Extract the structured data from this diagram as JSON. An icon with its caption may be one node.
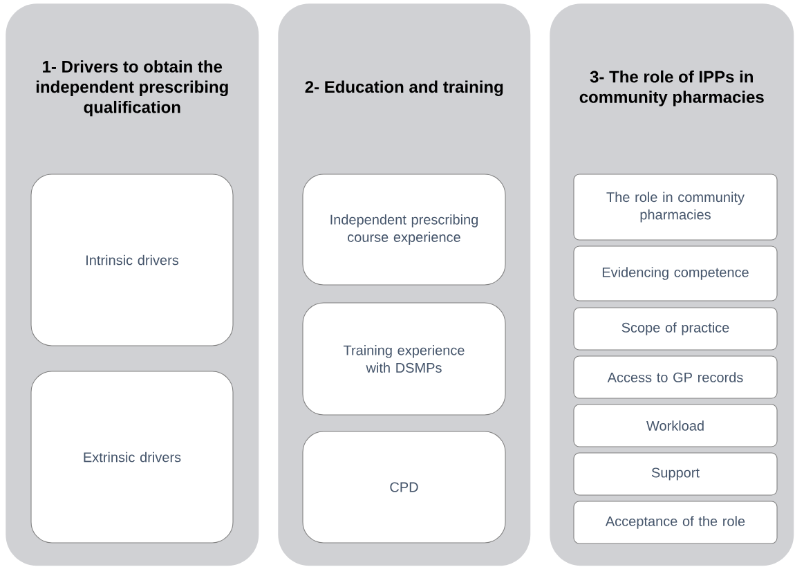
{
  "diagram": {
    "nodes": [
      {
        "text": [
          "1- Drivers to obtain the independent prescribing qualification"
        ]
      },
      {
        "text": [
          "Intrinsic drivers"
        ],
        "in": 0
      },
      {
        "text": [
          "Extrinsic drivers"
        ],
        "in": 0
      },
      {
        "text": [
          "2- Education and training"
        ]
      },
      {
        "text": [
          "Independent prescribing course experience"
        ],
        "in": 3
      },
      {
        "text": [
          "Training experience with DSMPs"
        ],
        "in": 3
      },
      {
        "text": [
          "CPD"
        ],
        "in": 3
      },
      {
        "text": [
          "3- The role of IPPs in community pharmacies"
        ]
      },
      {
        "text": [
          "The role in community pharmacies"
        ],
        "in": 7
      },
      {
        "text": [
          "Evidencing competence"
        ],
        "in": 7
      },
      {
        "text": [
          "Scope of practice"
        ],
        "in": 7
      },
      {
        "text": [
          "Access to GP records"
        ],
        "in": 7
      },
      {
        "text": [
          "Workload"
        ],
        "in": 7
      },
      {
        "text": [
          "Support"
        ],
        "in": 7
      },
      {
        "text": [
          "Acceptance of the role"
        ],
        "in": 7
      }
    ]
  }
}
